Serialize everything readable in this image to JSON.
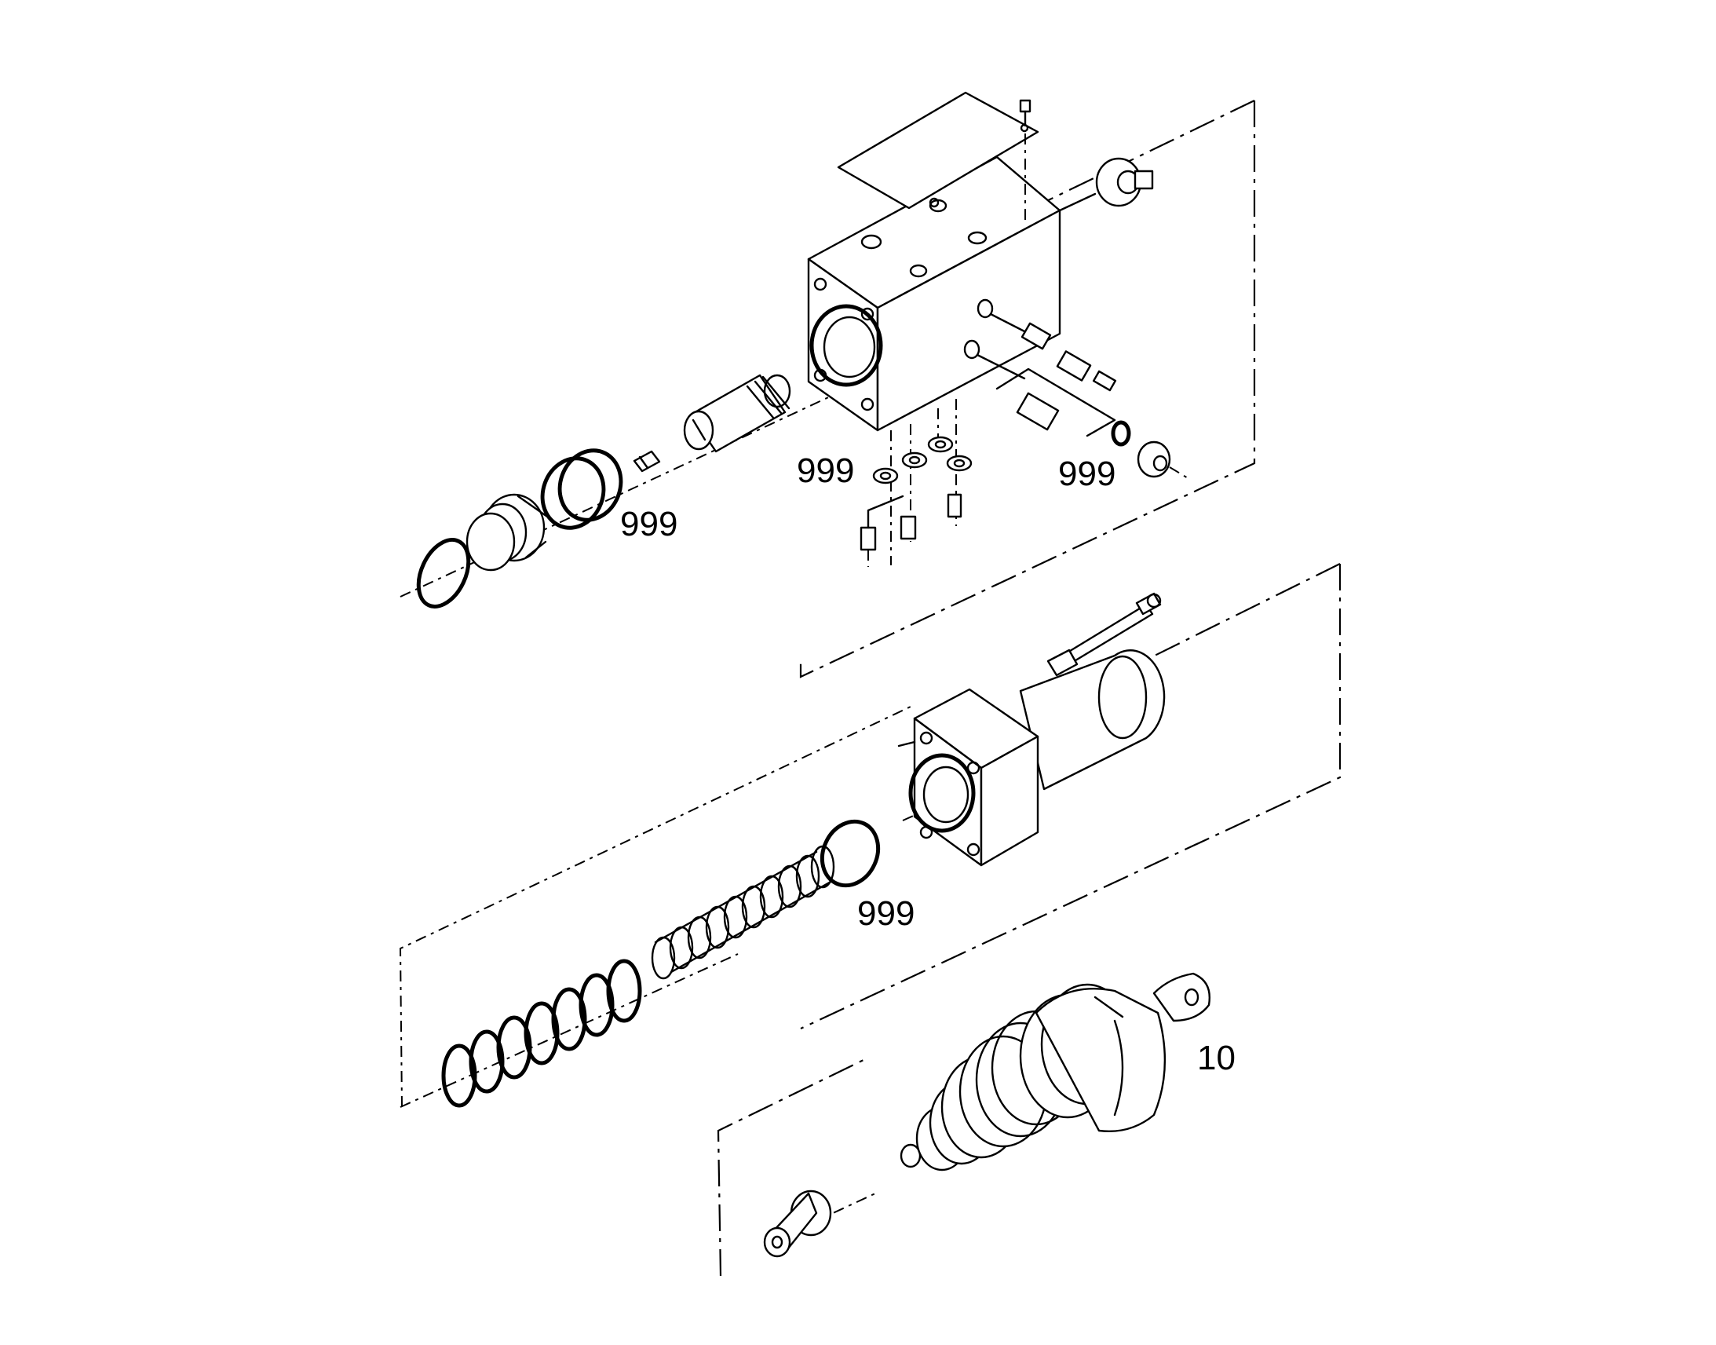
{
  "diagram": {
    "type": "exploded-view parts drawing",
    "callouts": [
      {
        "id": "callout-999-spool-seal",
        "text": "999"
      },
      {
        "id": "callout-999-bottom-plugs",
        "text": "999"
      },
      {
        "id": "callout-999-side-valve",
        "text": "999"
      },
      {
        "id": "callout-999-solenoid-oring",
        "text": "999"
      },
      {
        "id": "callout-10-handwheel",
        "text": "10"
      }
    ]
  }
}
